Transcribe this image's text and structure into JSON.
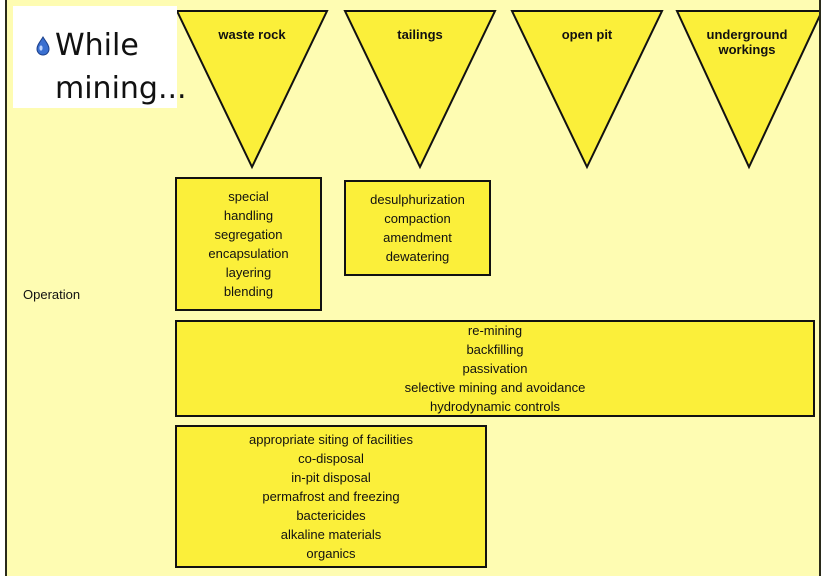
{
  "bullet": {
    "line1": "While",
    "line2": "mining..."
  },
  "triangles": [
    {
      "label": "waste rock"
    },
    {
      "label": "tailings"
    },
    {
      "label": "open pit"
    },
    {
      "label": "underground workings"
    }
  ],
  "side_label": "Operation",
  "boxes": {
    "waste_rock": [
      "special",
      "handling",
      "segregation",
      "encapsulation",
      "layering",
      "blending"
    ],
    "tailings": [
      "desulphurization",
      "compaction",
      "amendment",
      "dewatering"
    ],
    "general": [
      "re-mining",
      "backfilling",
      "passivation",
      "selective mining and avoidance",
      "hydrodynamic controls"
    ],
    "siting": [
      "appropriate siting of facilities",
      "co-disposal",
      "in-pit disposal",
      "permafrost and freezing",
      "bactericides",
      "alkaline materials",
      "organics"
    ]
  },
  "colors": {
    "fill": "#fbef3a",
    "background": "#fefcb2",
    "stroke": "#111111"
  }
}
